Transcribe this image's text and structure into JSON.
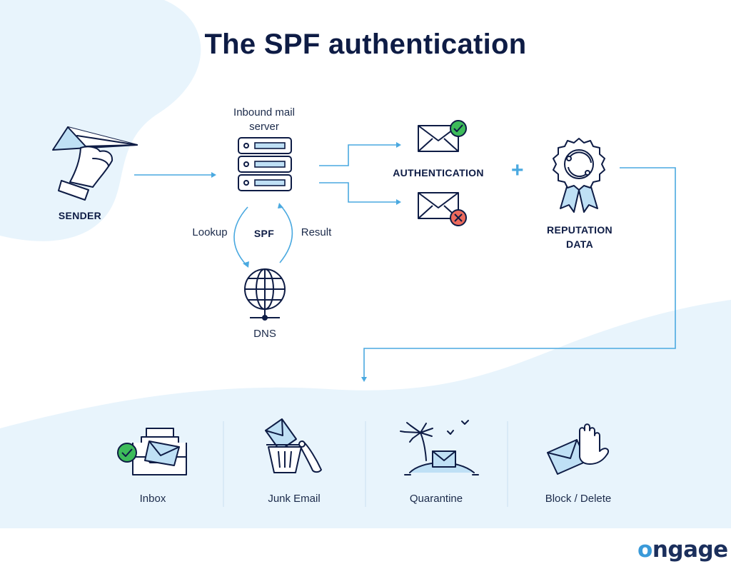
{
  "title": "The SPF authentication",
  "nodes": {
    "sender": "SENDER",
    "inbound_line1": "Inbound mail",
    "inbound_line2": "server",
    "lookup": "Lookup",
    "spf": "SPF",
    "result": "Result",
    "dns": "DNS",
    "authentication": "AUTHENTICATION",
    "plus": "+",
    "reputation_line1": "REPUTATION",
    "reputation_line2": "DATA"
  },
  "outcomes": [
    {
      "label": "Inbox",
      "icon": "inbox-icon"
    },
    {
      "label": "Junk Email",
      "icon": "trash-can-icon"
    },
    {
      "label": "Quarantine",
      "icon": "island-icon"
    },
    {
      "label": "Block / Delete",
      "icon": "hand-block-icon"
    }
  ],
  "logo": {
    "brand": "ngage",
    "o_letter": "o"
  },
  "colors": {
    "navy": "#0e1c45",
    "accent_blue": "#4aa9e0",
    "light_blue_bg": "#e8f4fc",
    "icon_fill": "#bfe0f5",
    "check_green": "#3dbb5a",
    "error_red": "#ec6a5c"
  }
}
